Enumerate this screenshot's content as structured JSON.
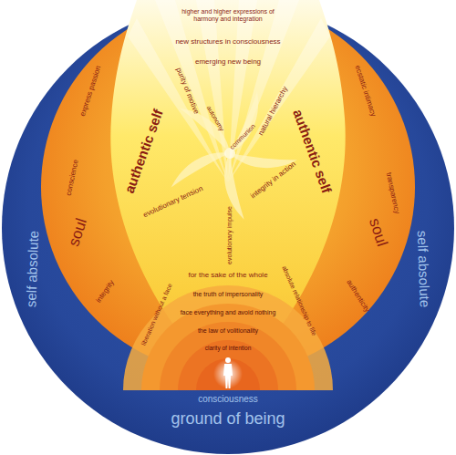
{
  "diagram": {
    "nodes": [
      {
        "text": [
          "self absolute",
          "self absolute",
          "consciousness",
          "ground of being"
        ]
      },
      {
        "text": [
          "soul",
          "soul",
          "conscience",
          "integrity",
          "transparency",
          "authenticity"
        ],
        "in": 0
      },
      {
        "text": [
          "authentic self",
          "authentic self",
          "express passion",
          "ecstatic intimacy",
          "purity of motive",
          "autonomy",
          "communion",
          "natural hierarchy",
          "integrity in action",
          "evolutionary tension",
          "evolutionary impulse",
          "emerging new being",
          "new structures in consciousness",
          "higher and higher expressions of harmony and integration"
        ],
        "in": 1
      }
    ],
    "labels": [
      "for the sake of the whole",
      "the truth of impersonality",
      "face everything and avoid nothing",
      "the law of volitionality",
      "clarity of intention",
      "liberation without a face",
      "absolute relationship to life"
    ]
  }
}
